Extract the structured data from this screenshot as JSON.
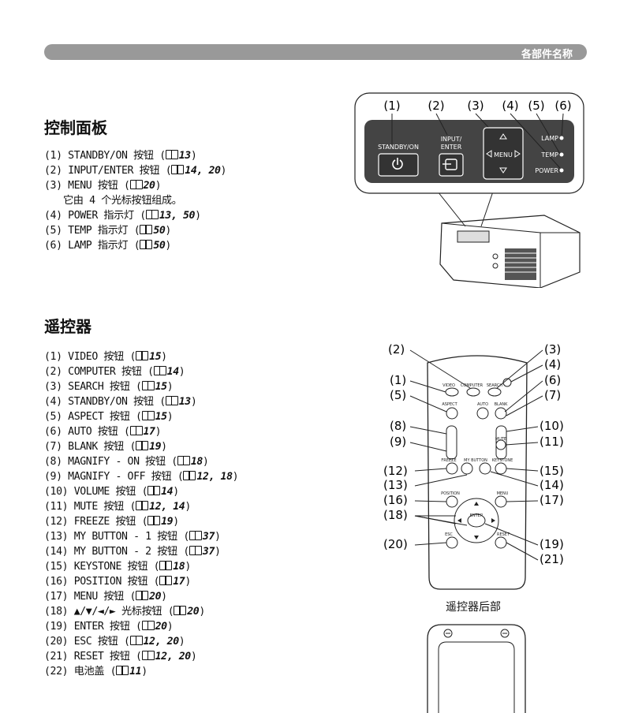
{
  "header": {
    "title": "各部件名称"
  },
  "control_panel": {
    "title": "控制面板",
    "items": [
      {
        "text": "(1) STANDBY/ON 按钮 (",
        "ref": "13",
        "tail": ")"
      },
      {
        "text": "(2) INPUT/ENTER 按钮 (",
        "ref": "14, 20",
        "tail": ")"
      },
      {
        "text": "(3) MENU 按钮 (",
        "ref": "20",
        "tail": ")"
      },
      {
        "text": "它由 4 个光标按钮组成。",
        "ref": "",
        "tail": ""
      },
      {
        "text": "(4) POWER 指示灯 (",
        "ref": "13, 50",
        "tail": ")"
      },
      {
        "text": "(5) TEMP 指示灯 (",
        "ref": "50",
        "tail": ")"
      },
      {
        "text": "(6) LAMP 指示灯 (",
        "ref": "50",
        "tail": ")"
      }
    ],
    "figure": {
      "callouts": [
        "(1)",
        "(2)",
        "(3)",
        "(4)",
        "(5)",
        "(6)"
      ],
      "labels": {
        "standby": "STANDBY/ON",
        "input1": "INPUT/",
        "input2": "ENTER",
        "menu": "MENU",
        "lamp": "LAMP",
        "temp": "TEMP",
        "power": "POWER"
      }
    }
  },
  "remote": {
    "title": "遥控器",
    "items": [
      {
        "text": "(1) VIDEO 按钮 (",
        "ref": "15",
        "tail": ")"
      },
      {
        "text": "(2) COMPUTER 按钮 (",
        "ref": "14",
        "tail": ")"
      },
      {
        "text": "(3) SEARCH 按钮 (",
        "ref": "15",
        "tail": ")"
      },
      {
        "text": "(4) STANDBY/ON 按钮 (",
        "ref": "13",
        "tail": ")"
      },
      {
        "text": "(5) ASPECT 按钮 (",
        "ref": "15",
        "tail": ")"
      },
      {
        "text": "(6) AUTO 按钮 (",
        "ref": "17",
        "tail": ")"
      },
      {
        "text": "(7) BLANK 按钮 (",
        "ref": "19",
        "tail": ")"
      },
      {
        "text": "(8) MAGNIFY - ON 按钮 (",
        "ref": "18",
        "tail": ")"
      },
      {
        "text": "(9) MAGNIFY - OFF 按钮 (",
        "ref": "12, 18",
        "tail": ")"
      },
      {
        "text": "(10) VOLUME 按钮 (",
        "ref": "14",
        "tail": ")"
      },
      {
        "text": "(11) MUTE 按钮 (",
        "ref": "12, 14",
        "tail": ")"
      },
      {
        "text": "(12) FREEZE 按钮 (",
        "ref": "19",
        "tail": ")"
      },
      {
        "text": "(13) MY BUTTON - 1 按钮 (",
        "ref": "37",
        "tail": ")"
      },
      {
        "text": "(14) MY BUTTON - 2 按钮 (",
        "ref": "37",
        "tail": ")"
      },
      {
        "text": "(15) KEYSTONE 按钮 (",
        "ref": "18",
        "tail": ")"
      },
      {
        "text": "(16) POSITION 按钮 (",
        "ref": "17",
        "tail": ")"
      },
      {
        "text": "(17) MENU 按钮 (",
        "ref": "20",
        "tail": ")"
      },
      {
        "text": "(18) ▲/▼/◄/► 光标按钮 (",
        "ref": "20",
        "tail": ")"
      },
      {
        "text": "(19) ENTER 按钮 (",
        "ref": "20",
        "tail": ")"
      },
      {
        "text": "(20) ESC 按钮 (",
        "ref": "12, 20",
        "tail": ")"
      },
      {
        "text": "(21) RESET 按钮 (",
        "ref": "12, 20",
        "tail": ")"
      },
      {
        "text": "(22) 电池盖 (",
        "ref": "11",
        "tail": ")"
      }
    ],
    "figure": {
      "left_callouts": [
        "(2)",
        "(1)",
        "(5)",
        "(8)",
        "(9)",
        "(12)",
        "(13)",
        "(16)",
        "(18)",
        "(20)"
      ],
      "right_callouts": [
        "(3)",
        "(4)",
        "(6)",
        "(7)",
        "(10)",
        "(11)",
        "(15)",
        "(14)",
        "(17)",
        "(19)",
        "(21)"
      ],
      "button_labels": {
        "video": "VIDEO",
        "computer": "COMPUTER",
        "search": "SEARCH",
        "aspect": "ASPECT",
        "auto": "AUTO",
        "blank": "BLANK",
        "freeze": "FREEZE",
        "mybutton": "MY BUTTON",
        "keystone": "KEYSTONE",
        "position": "POSITION",
        "menu": "MENU",
        "enter": "ENTER",
        "esc": "ESC",
        "reset": "RESET",
        "mute": "MUTE"
      },
      "back_caption": "遥控器后部"
    }
  }
}
